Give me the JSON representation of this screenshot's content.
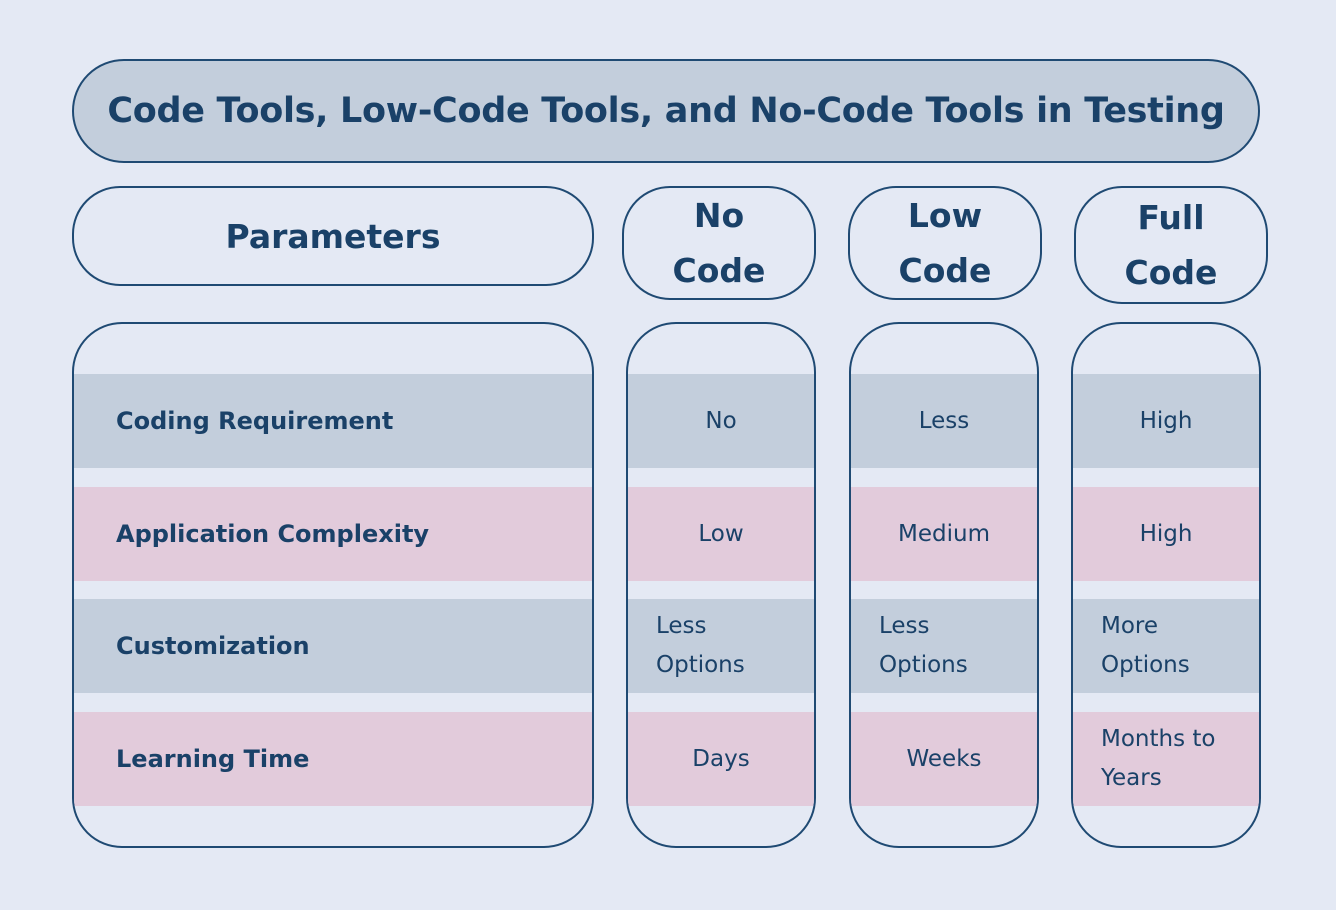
{
  "title": "Code Tools, Low-Code Tools, and No-Code Tools in Testing",
  "headers": {
    "parameters": "Parameters",
    "no_code": "No Code",
    "low_code": "Low Code",
    "full_code": "Full Code"
  },
  "rows": [
    {
      "parameter": "Coding Requirement",
      "no_code": "No",
      "low_code": "Less",
      "full_code": "High"
    },
    {
      "parameter": "Application Complexity",
      "no_code": "Low",
      "low_code": "Medium",
      "full_code": "High"
    },
    {
      "parameter": "Customization",
      "no_code": "Less Options",
      "low_code": "Less Options",
      "full_code": "More Options"
    },
    {
      "parameter": "Learning Time",
      "no_code": "Days",
      "low_code": "Weeks",
      "full_code": "Months to Years"
    }
  ],
  "colors": {
    "background": "#e4e9f4",
    "text": "#1a4168",
    "border": "#1f4a73",
    "band_blue": "#c3cedc",
    "band_pink": "#e2cbdb"
  }
}
